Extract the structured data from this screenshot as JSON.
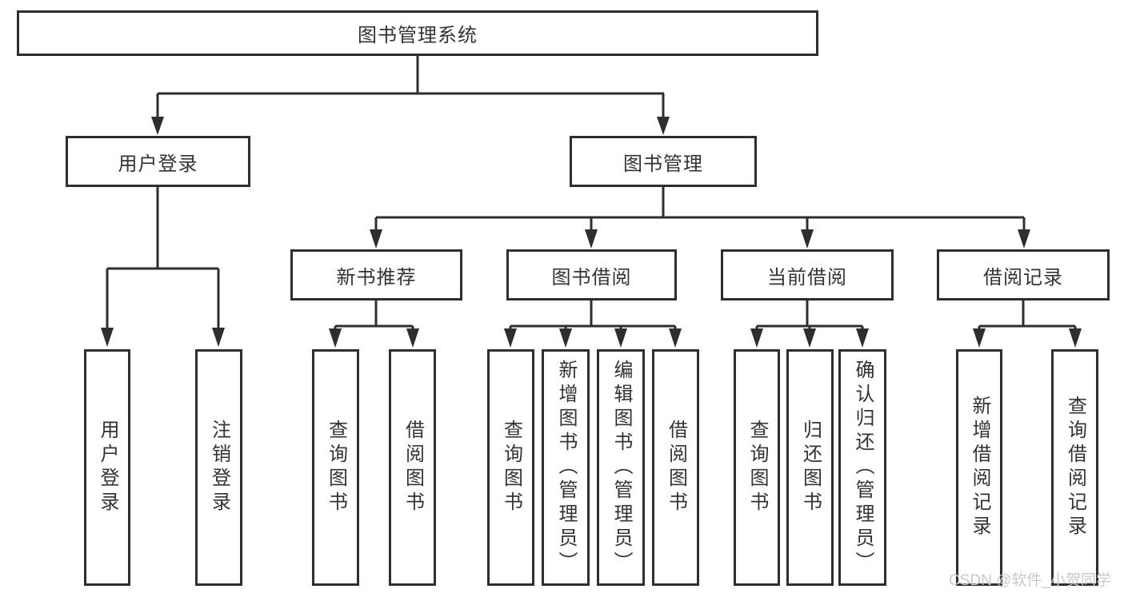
{
  "diagram": {
    "root": {
      "label": "图书管理系统"
    },
    "level2": [
      {
        "label": "用户登录"
      },
      {
        "label": "图书管理"
      }
    ],
    "level3": [
      {
        "label": "新书推荐"
      },
      {
        "label": "图书借阅"
      },
      {
        "label": "当前借阅"
      },
      {
        "label": "借阅记录"
      }
    ],
    "leaves": {
      "user_login": [
        {
          "label": "用户登录"
        },
        {
          "label": "注销登录"
        }
      ],
      "new_books": [
        {
          "label": "查询图书"
        },
        {
          "label": "借阅图书"
        }
      ],
      "book_borrow": [
        {
          "label": "查询图书"
        },
        {
          "label": "新增图书（管理员）"
        },
        {
          "label": "编辑图书（管理员）"
        },
        {
          "label": "借阅图书"
        }
      ],
      "current_borrow": [
        {
          "label": "查询图书"
        },
        {
          "label": "归还图书"
        },
        {
          "label": "确认归还（管理员）"
        }
      ],
      "borrow_records": [
        {
          "label": "新增借阅记录"
        },
        {
          "label": "查询借阅记录"
        }
      ]
    }
  },
  "watermark": {
    "text": "CSDN @软件_小贺同学"
  },
  "colors": {
    "line": "#2e2e2e",
    "text": "#333333",
    "background": "#ffffff",
    "watermark": "#c8c8d0"
  }
}
